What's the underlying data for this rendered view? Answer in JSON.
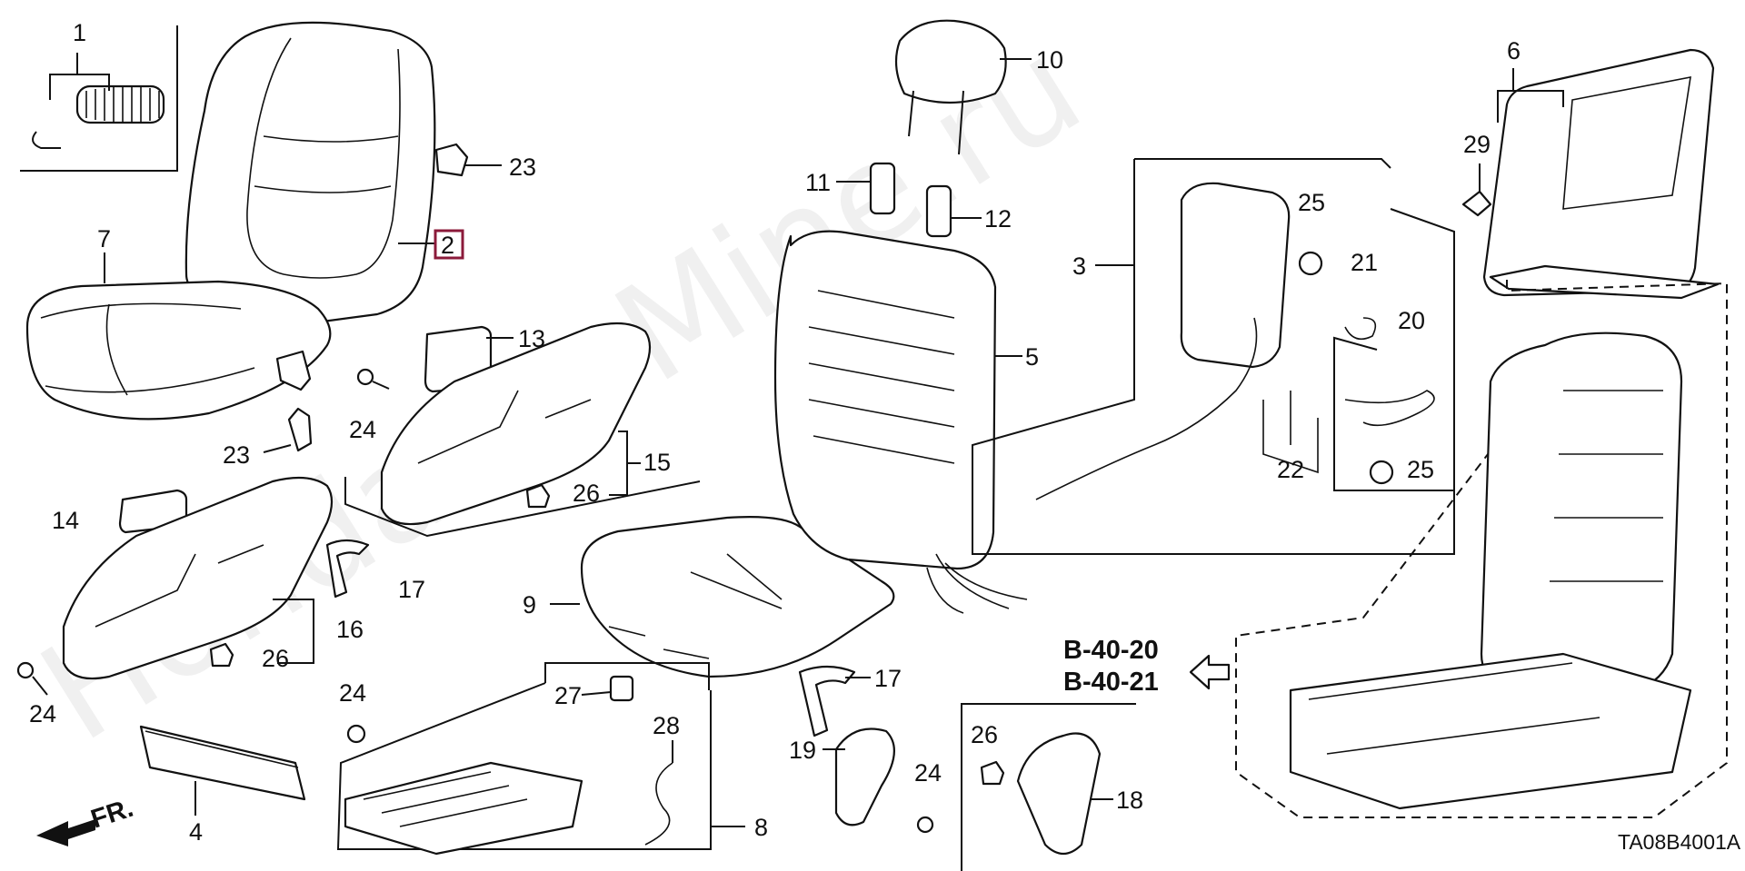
{
  "watermark": "HondaCarMine.ru",
  "labels": {
    "p1": "1",
    "p2": "2",
    "p3": "3",
    "p4": "4",
    "p5": "5",
    "p6": "6",
    "p7": "7",
    "p8": "8",
    "p9": "9",
    "p10": "10",
    "p11": "11",
    "p12": "12",
    "p13": "13",
    "p14": "14",
    "p15": "15",
    "p16": "16",
    "p17a": "17",
    "p17b": "17",
    "p18": "18",
    "p19": "19",
    "p20": "20",
    "p21": "21",
    "p22": "22",
    "p23a": "23",
    "p23b": "23",
    "p24a": "24",
    "p24b": "24",
    "p24c": "24",
    "p24d": "24",
    "p25a": "25",
    "p25b": "25",
    "p26a": "26",
    "p26b": "26",
    "p26c": "26",
    "p27": "27",
    "p28": "28",
    "p29": "29"
  },
  "references": {
    "ref1": "B-40-20",
    "ref2": "B-40-21"
  },
  "direction": "FR.",
  "diagram_code": "TA08B4001A",
  "highlight_color": "#8b1a3a"
}
